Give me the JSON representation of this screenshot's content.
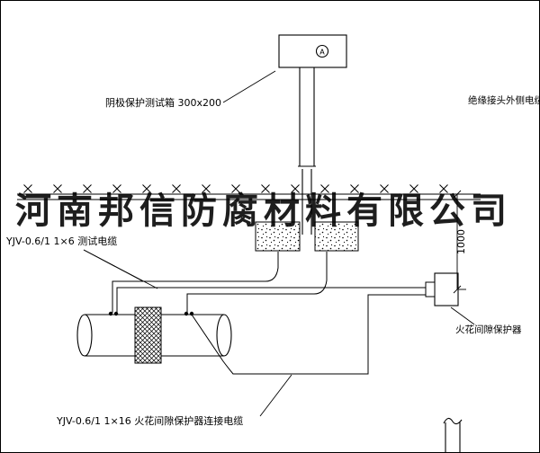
{
  "drawing": {
    "title_watermark": "河南邦信防腐材料有限公司",
    "labels": {
      "test_box": "阴极保护测试箱 300x200",
      "outer_cable": "绝缘接头外侧电缆",
      "test_cable": "YJV-0.6/1  1×6  测试电缆",
      "spark_protector": "火花间隙保护器",
      "protector_cable": "YJV-0.6/1  1×16  火花间隙保护器连接电缆",
      "dimension": "1000",
      "terminal": "A"
    },
    "colors": {
      "line": "#000000",
      "background": "#ffffff",
      "watermark": "#1f1f1f"
    }
  }
}
